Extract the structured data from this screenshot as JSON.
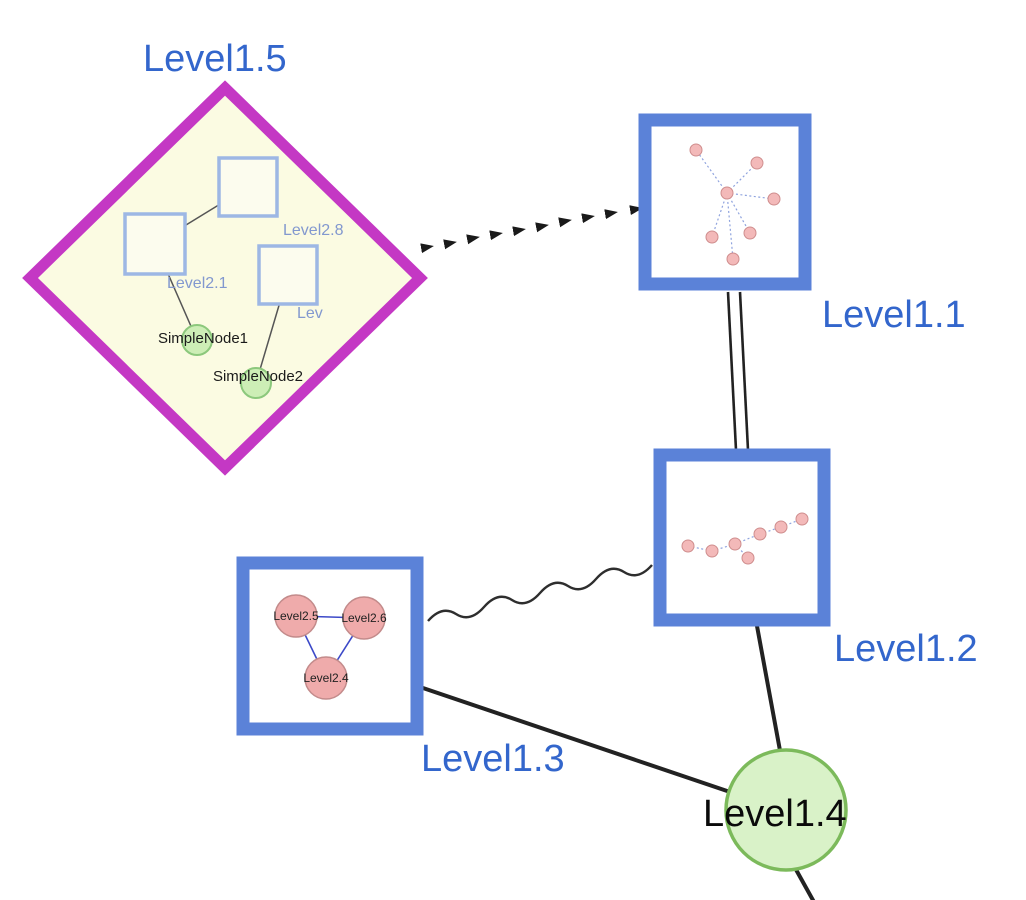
{
  "diagram": {
    "type": "nested-graph",
    "background": "#ffffff"
  },
  "labels": {
    "level15": "Level1.5",
    "level11": "Level1.1",
    "level12": "Level1.2",
    "level13": "Level1.3",
    "level14": "Level1.4",
    "level28": "Level2.8",
    "level21": "Level2.1",
    "lev": "Lev",
    "simplenode1": "SimpleNode1",
    "simplenode2": "SimpleNode2",
    "level25": "Level2.5",
    "level26": "Level2.6",
    "level24": "Level2.4"
  },
  "colors": {
    "label_blue": "#3366cc",
    "group_border_blue": "#5b82d8",
    "diamond_border_magenta": "#c438c4",
    "diamond_fill": "#fbfbe2",
    "green_node_fill": "#d9f2c8",
    "green_node_stroke": "#7cba5b",
    "pink_node_fill": "#efabab",
    "edge_black": "#222222",
    "inner_edge_blue": "#3c49c8",
    "dashed_edge_blue": "#8fa3de"
  },
  "nodes": [
    {
      "id": "Level1.5",
      "shape": "diamond",
      "kind": "group",
      "children": [
        "Level2.8",
        "Level2.1",
        "Lev",
        "SimpleNode1",
        "SimpleNode2"
      ]
    },
    {
      "id": "Level1.1",
      "shape": "square",
      "kind": "group",
      "children": [
        "small pink star graph"
      ]
    },
    {
      "id": "Level1.2",
      "shape": "square",
      "kind": "group",
      "children": [
        "small pink chain graph"
      ]
    },
    {
      "id": "Level1.3",
      "shape": "square",
      "kind": "group",
      "children": [
        "Level2.5",
        "Level2.6",
        "Level2.4"
      ]
    },
    {
      "id": "Level1.4",
      "shape": "circle",
      "kind": "simple"
    }
  ],
  "edges": [
    {
      "from": "Level1.5",
      "to": "Level1.1",
      "style": "dashed-arrowheads"
    },
    {
      "from": "Level1.1",
      "to": "Level1.2",
      "style": "double-line"
    },
    {
      "from": "Level1.3",
      "to": "Level1.2",
      "style": "wavy"
    },
    {
      "from": "Level1.3",
      "to": "Level1.4",
      "style": "solid"
    },
    {
      "from": "Level1.2",
      "to": "Level1.4",
      "style": "solid"
    },
    {
      "from": "Level1.4",
      "to": "offscreen-bottom",
      "style": "solid"
    },
    {
      "from": "Level2.8",
      "to": "Level2.1",
      "style": "solid"
    },
    {
      "from": "Level2.1",
      "to": "SimpleNode1",
      "style": "solid"
    },
    {
      "from": "Lev",
      "to": "SimpleNode2",
      "style": "solid"
    },
    {
      "from": "Level2.5",
      "to": "Level2.6",
      "style": "solid"
    },
    {
      "from": "Level2.5",
      "to": "Level2.4",
      "style": "solid"
    },
    {
      "from": "Level2.6",
      "to": "Level2.4",
      "style": "solid"
    }
  ]
}
